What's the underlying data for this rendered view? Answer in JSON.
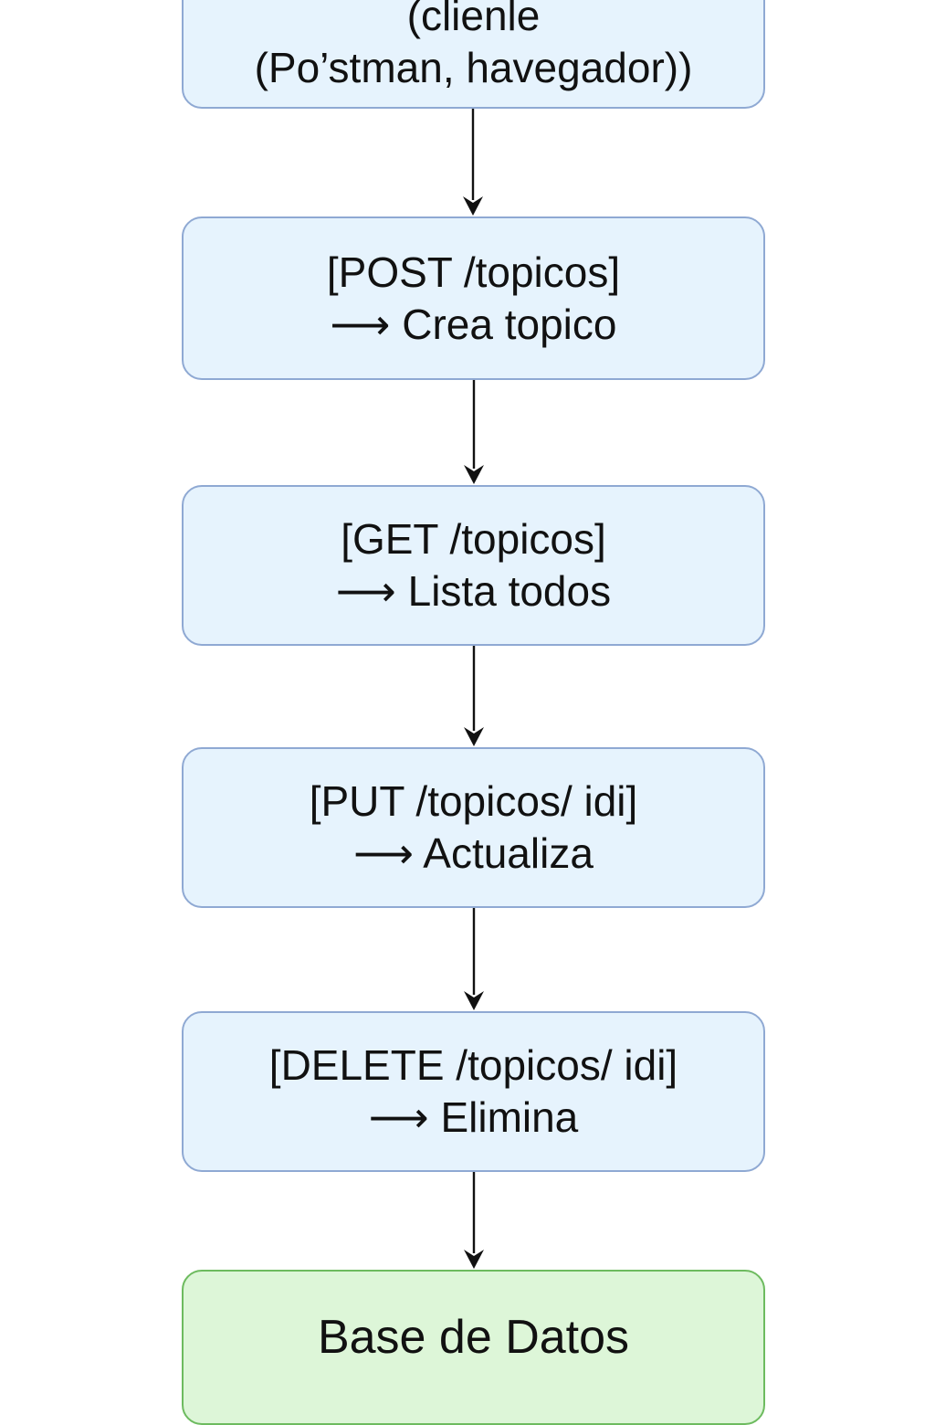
{
  "diagram": {
    "nodes": [
      {
        "id": "client",
        "lines": [
          "(clienle",
          "(Po’stman, havegador))"
        ]
      },
      {
        "id": "post",
        "lines": [
          "[POST /topicos]",
          "⟶ Crea topico"
        ]
      },
      {
        "id": "get",
        "lines": [
          "[GET /topicos]",
          "⟶  Lista todos"
        ]
      },
      {
        "id": "put",
        "lines": [
          "[PUT /topicos/ idi]",
          "⟶  Actualiza"
        ]
      },
      {
        "id": "delete",
        "lines": [
          "[DELETE /topicos/ idi]",
          "⟶ Elimina"
        ]
      },
      {
        "id": "database",
        "lines": [
          "Base de Datos"
        ]
      }
    ],
    "edges": [
      {
        "from": "client",
        "to": "post"
      },
      {
        "from": "post",
        "to": "get"
      },
      {
        "from": "get",
        "to": "put"
      },
      {
        "from": "put",
        "to": "delete"
      },
      {
        "from": "delete",
        "to": "database"
      }
    ],
    "colors": {
      "process_fill": "#e6f3fd",
      "process_border": "#8fa9d3",
      "database_fill": "#ddf6d8",
      "database_border": "#6dbb5f",
      "arrow": "#111111"
    }
  }
}
